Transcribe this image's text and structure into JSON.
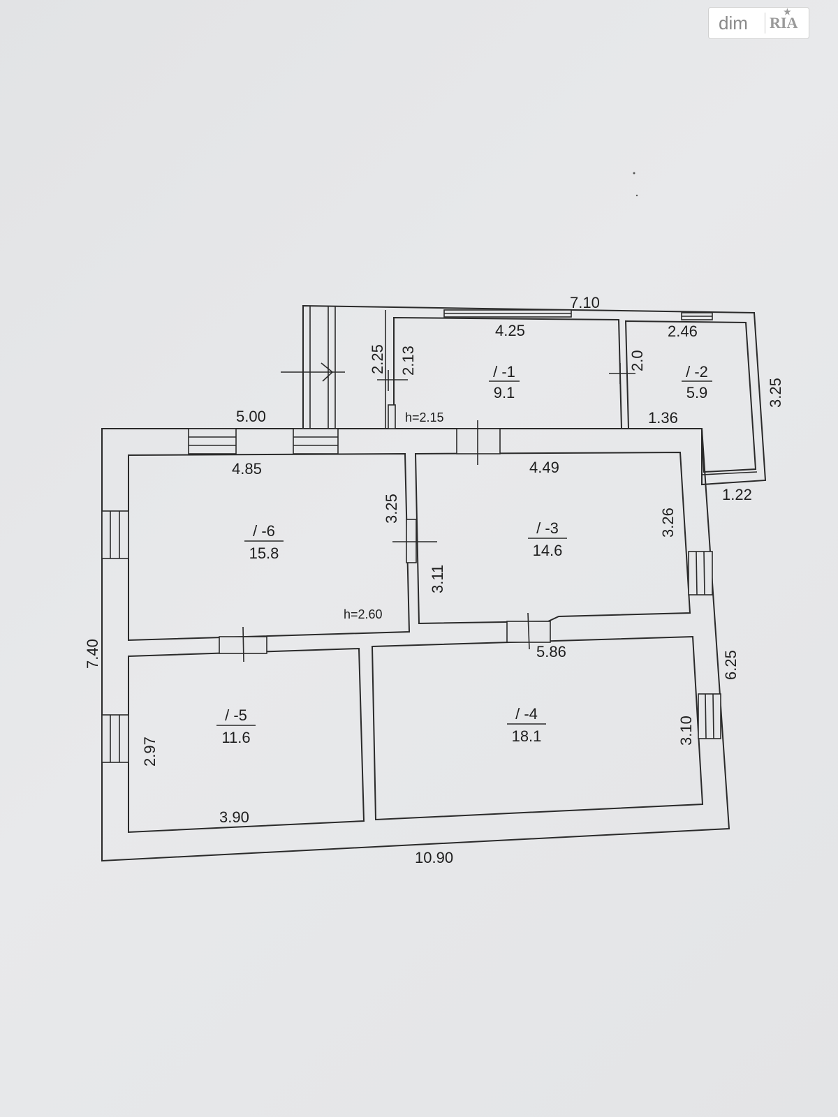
{
  "watermark": {
    "brand_left": "dim",
    "brand_right": "RIA"
  },
  "plan": {
    "overall": {
      "length_bottom": "10.90",
      "length_top_annex": "7.10",
      "height_left": "7.40",
      "height_right_lower": "6.25",
      "height_right_annex": "3.25",
      "main_top_left": "5.00",
      "annex_offset": "1.36",
      "annex_step": "1.22"
    },
    "rooms": [
      {
        "id": "1",
        "code": "/ -1",
        "area": "9.1",
        "dims": [
          "4.25",
          "2.13",
          "2.25"
        ],
        "height": "h=2.15"
      },
      {
        "id": "2",
        "code": "/ -2",
        "area": "5.9",
        "dims": [
          "2.46",
          "2.0"
        ]
      },
      {
        "id": "3",
        "code": "/ -3",
        "area": "14.6",
        "dims": [
          "4.49",
          "3.26",
          "3.11"
        ]
      },
      {
        "id": "4",
        "code": "/ -4",
        "area": "18.1",
        "dims": [
          "5.86",
          "3.10"
        ]
      },
      {
        "id": "5",
        "code": "/ -5",
        "area": "11.6",
        "dims": [
          "3.90",
          "2.97"
        ]
      },
      {
        "id": "6",
        "code": "/ -6",
        "area": "15.8",
        "dims": [
          "4.85",
          "3.25"
        ],
        "height": "h=2.60"
      }
    ]
  }
}
